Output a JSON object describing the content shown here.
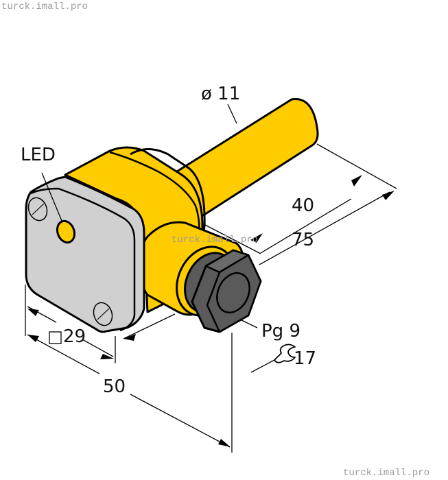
{
  "watermarks": {
    "top_left": "turck.imall.pro",
    "center": "turck.imall.pro",
    "bottom_right": "turck.imall.pro"
  },
  "labels": {
    "diameter": "ø 11",
    "led": "LED",
    "len_40": "40",
    "len_75": "75",
    "square_29": "29",
    "len_50": "50",
    "thread": "Pg 9",
    "wrench_size": "17"
  },
  "colors": {
    "body_yellow": "#FFCC00",
    "face_gray": "#D0D0D0",
    "nut_gray": "#5A5A5A",
    "outline": "#000000",
    "watermark": "#9A9A9A"
  }
}
